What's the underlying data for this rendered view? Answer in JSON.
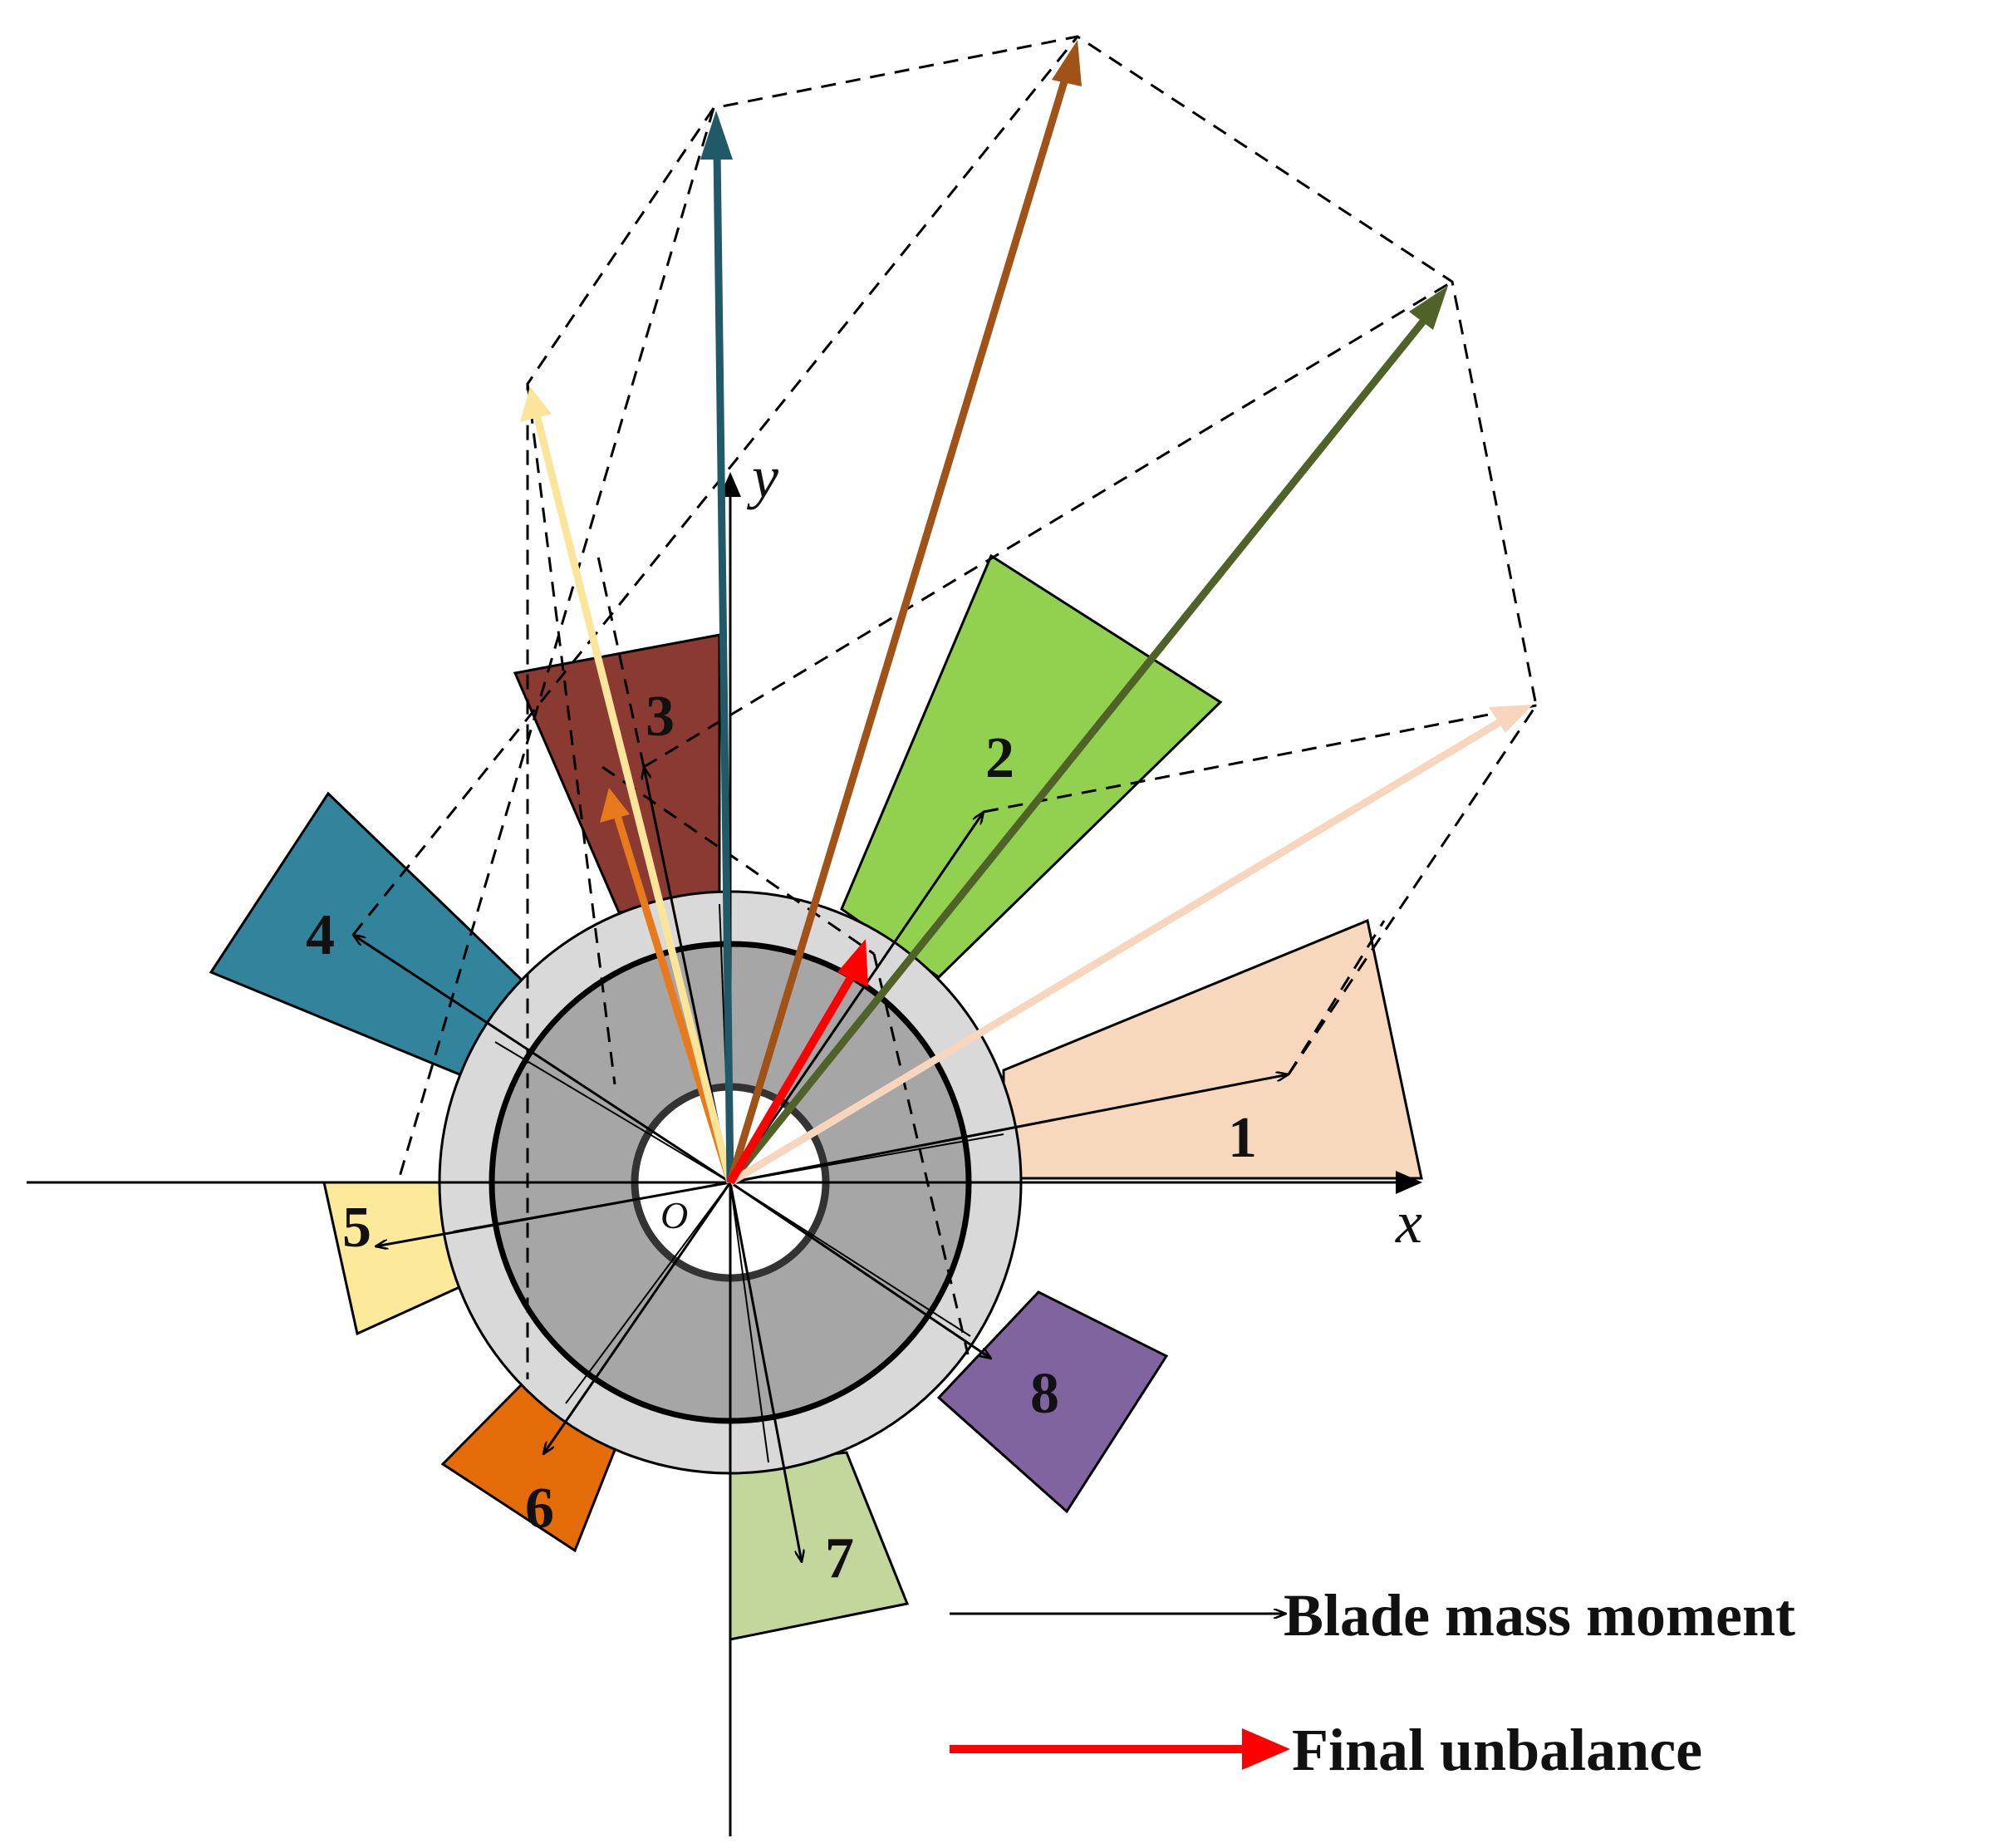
{
  "axes": {
    "x_label": "x",
    "y_label": "y",
    "origin_label": "O"
  },
  "blades": [
    {
      "number": "1",
      "color": "#f8d8bd",
      "accumulated_arrow_color": "#f8d5bd"
    },
    {
      "number": "2",
      "color": "#92d050",
      "accumulated_arrow_color": "#4f6228"
    },
    {
      "number": "3",
      "color": "#8b3a32",
      "accumulated_arrow_color": "#a05217"
    },
    {
      "number": "4",
      "color": "#31849b",
      "accumulated_arrow_color": "#215968"
    },
    {
      "number": "5",
      "color": "#fde99a",
      "accumulated_arrow_color": "#fbe59a"
    },
    {
      "number": "6",
      "color": "#e36c09",
      "accumulated_arrow_color": "#e87a1e"
    },
    {
      "number": "7",
      "color": "#c3d69b"
    },
    {
      "number": "8",
      "color": "#7f649f"
    }
  ],
  "colors": {
    "rim": "#d9d9d9",
    "disc": "#a6a6a6",
    "final_unbalance": "#ff0000",
    "construction_lines": "#000000"
  },
  "legend": {
    "blade_mass_moment": "Blade mass moment",
    "final_unbalance": "Final unbalance"
  }
}
